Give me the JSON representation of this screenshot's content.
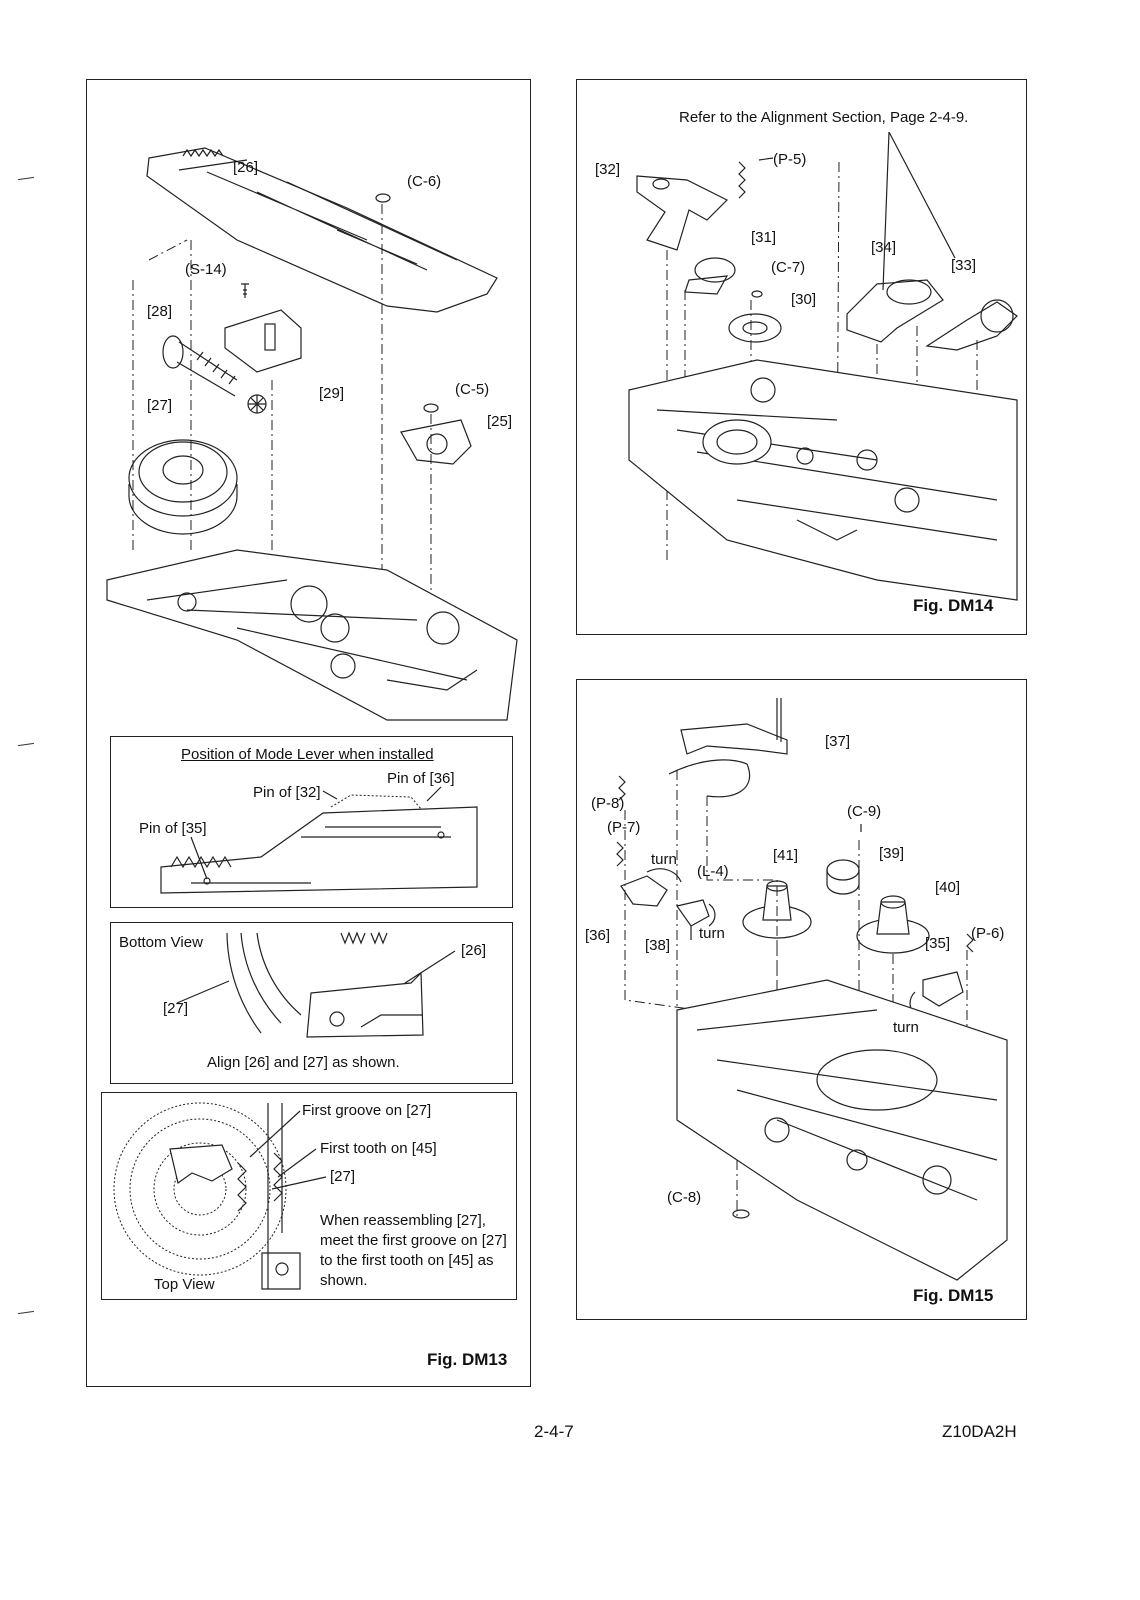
{
  "fig_dm13": {
    "label": "Fig. DM13",
    "callouts": {
      "p26": "[26]",
      "c6": "(C-6)",
      "s14": "(S-14)",
      "p28": "[28]",
      "p29": "[29]",
      "c5": "(C-5)",
      "p25": "[25]",
      "p27": "[27]"
    },
    "mode_lever": {
      "title": "Position of Mode Lever when installed",
      "pin36": "Pin of [36]",
      "pin32": "Pin of [32]",
      "pin35": "Pin of [35]"
    },
    "bottom_view": {
      "title": "Bottom View",
      "p26": "[26]",
      "p27": "[27]",
      "caption": "Align [26] and [27] as shown."
    },
    "top_view": {
      "first_groove": "First groove on [27]",
      "first_tooth": "First tooth on [45]",
      "p27": "[27]",
      "note": "When reassembling [27], meet the first groove on [27] to the first tooth on [45] as shown.",
      "title": "Top View"
    }
  },
  "fig_dm14": {
    "label": "Fig. DM14",
    "refer": "Refer to the Alignment Section, Page 2-4-9.",
    "callouts": {
      "p32": "[32]",
      "p5": "(P-5)",
      "p31": "[31]",
      "c7": "(C-7)",
      "p30": "[30]",
      "p34": "[34]",
      "p33": "[33]"
    }
  },
  "fig_dm15": {
    "label": "Fig. DM15",
    "callouts": {
      "p37": "[37]",
      "p8": "(P-8)",
      "c9": "(C-9)",
      "p7": "(P-7)",
      "p39": "[39]",
      "turn1": "turn",
      "l4": "(L-4)",
      "p41": "[41]",
      "p40": "[40]",
      "p36": "[36]",
      "p38": "[38]",
      "turn2": "turn",
      "p35": "[35]",
      "p6": "(P-6)",
      "turn3": "turn",
      "c8": "(C-8)"
    }
  },
  "footer": {
    "page": "2-4-7",
    "code": "Z10DA2H"
  }
}
